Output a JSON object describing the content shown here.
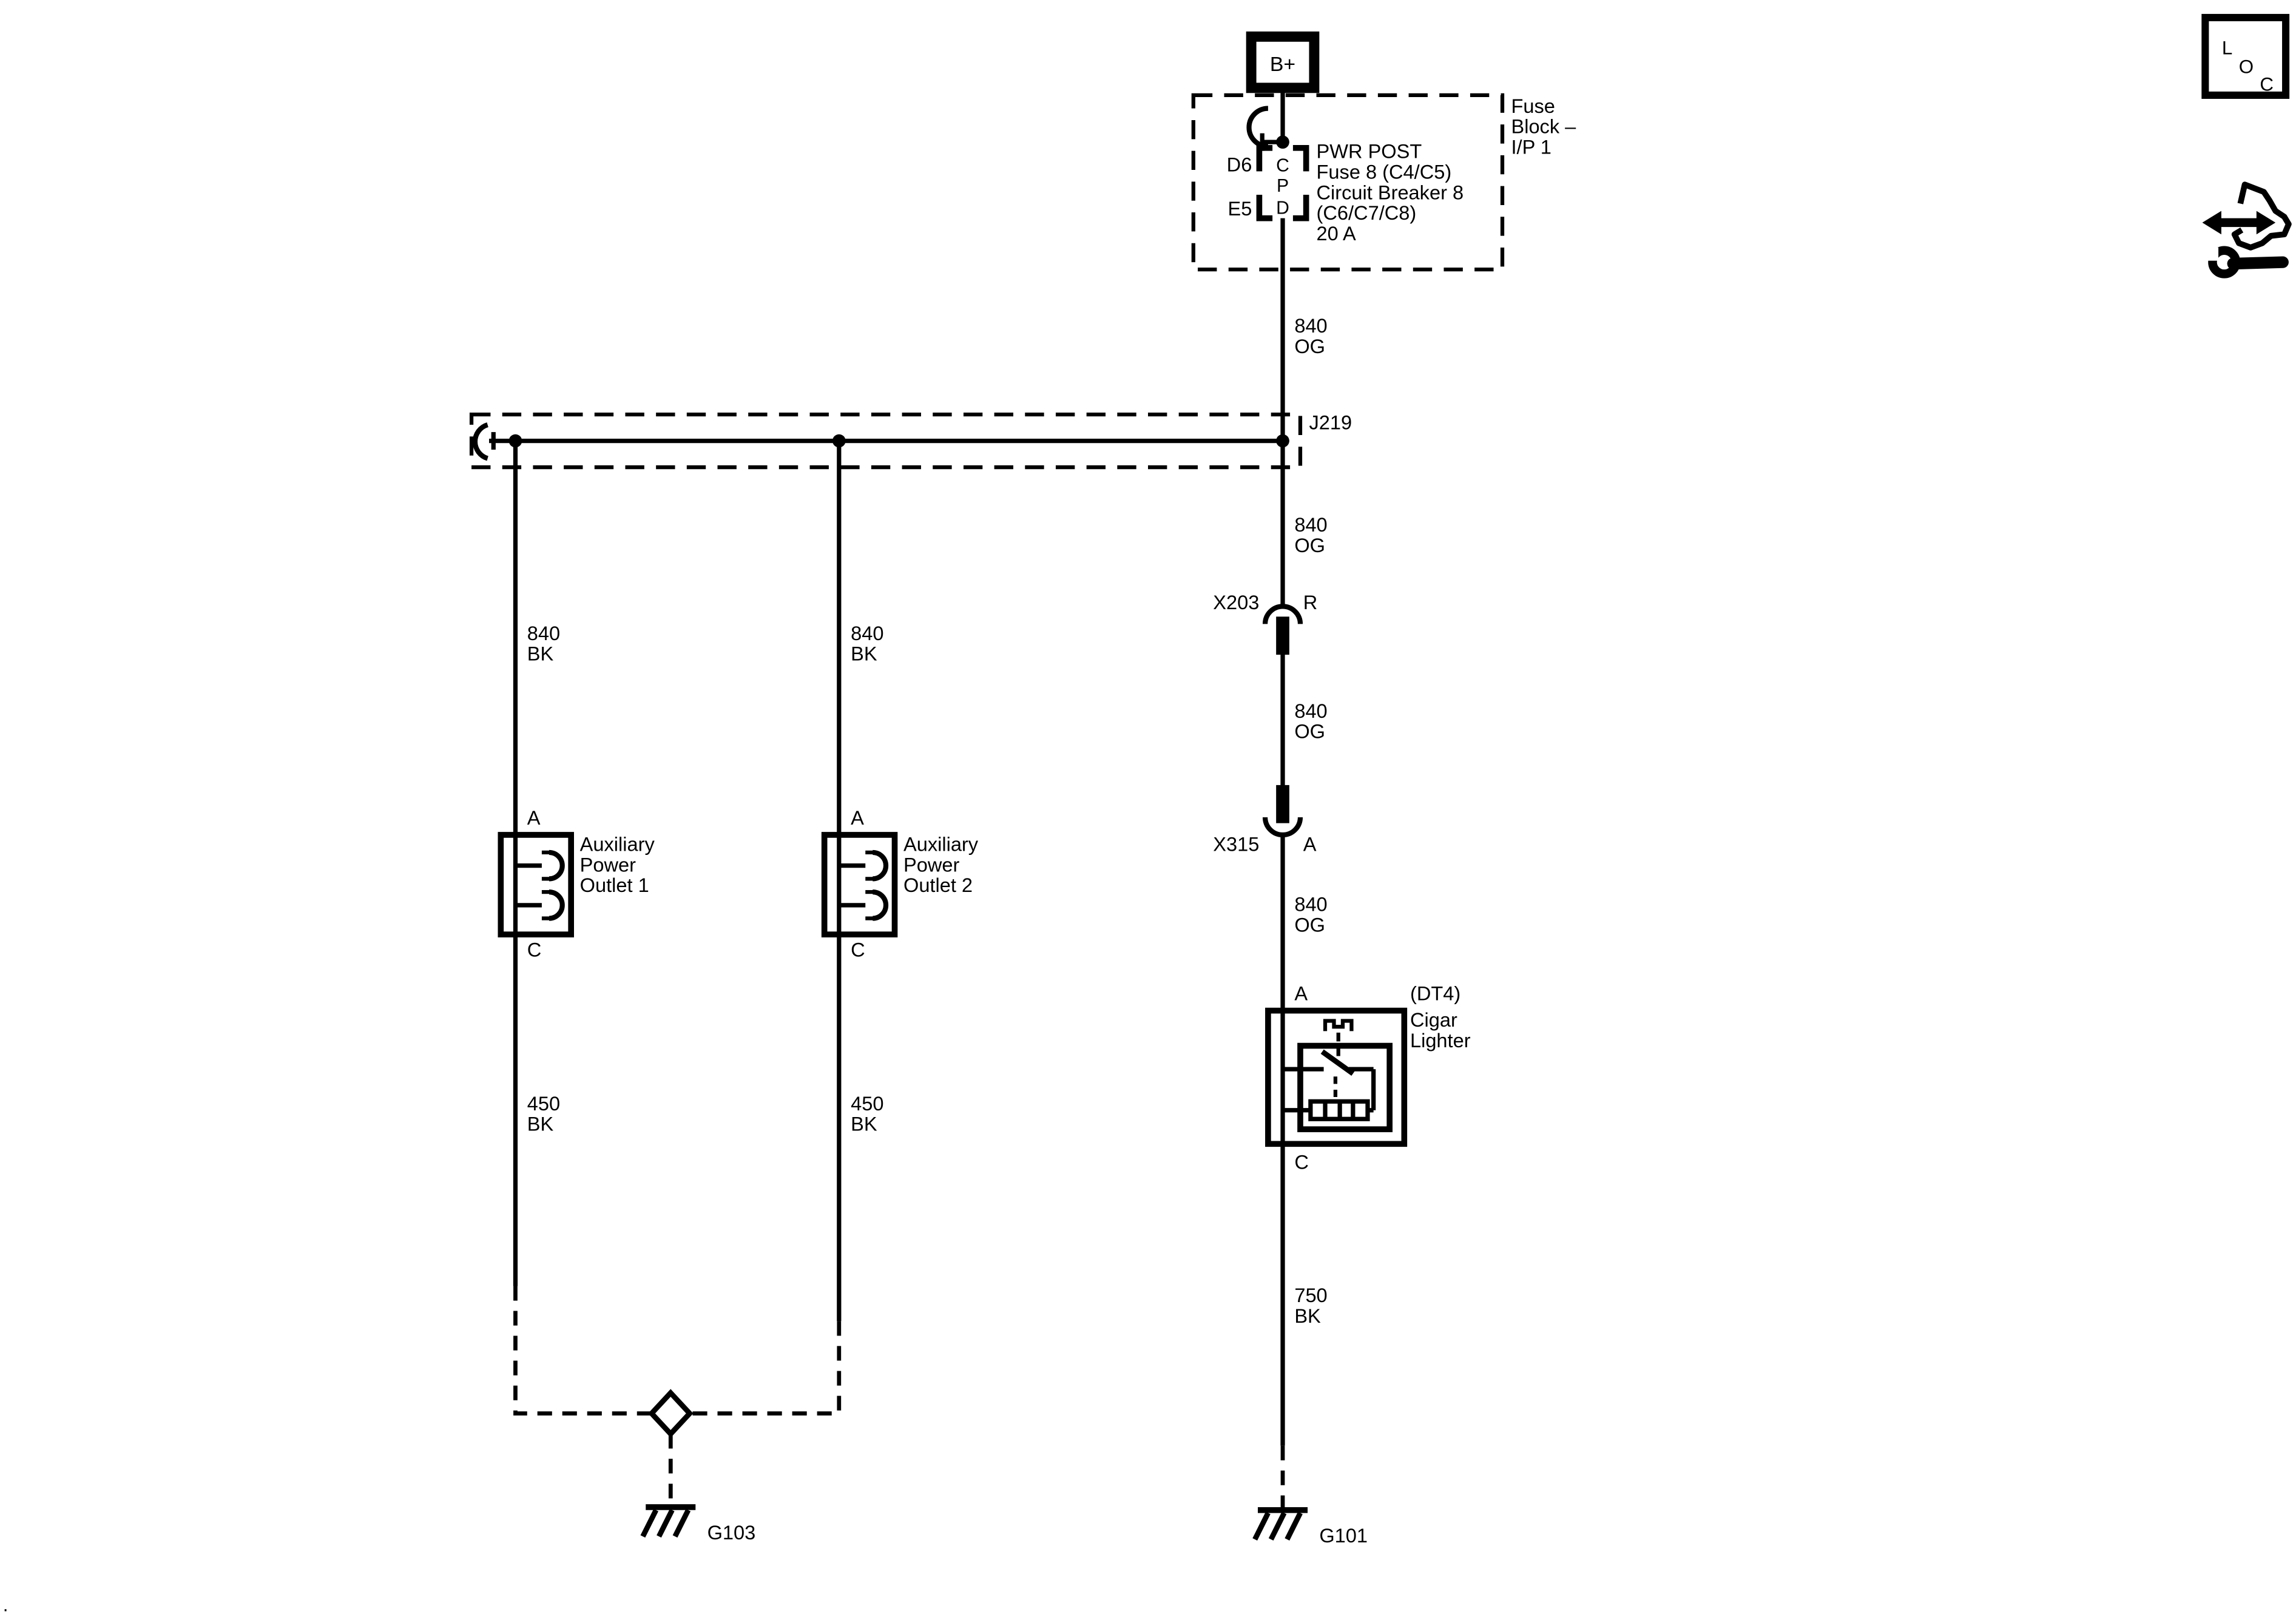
{
  "battery": {
    "label": "B+"
  },
  "fuse_block": {
    "title_lines": [
      "Fuse",
      "Block –",
      "I/P 1"
    ],
    "detail_lines": [
      "PWR POST",
      "Fuse 8 (C4/C5)",
      "Circuit Breaker 8",
      "(C6/C7/C8)",
      "20 A"
    ],
    "terminal_in": "D6",
    "terminal_out": "E5",
    "pin_letters": [
      "C",
      "P",
      "D"
    ]
  },
  "junction": {
    "label": "J219"
  },
  "inline_connectors": {
    "x203": {
      "label": "X203",
      "terminal": "R"
    },
    "x315": {
      "label": "X315",
      "terminal": "A"
    }
  },
  "wires": {
    "fuse_to_j219": {
      "circuit": "840",
      "color": "OG"
    },
    "j219_to_x203": {
      "circuit": "840",
      "color": "OG"
    },
    "x203_to_x315": {
      "circuit": "840",
      "color": "OG"
    },
    "x315_to_lighter": {
      "circuit": "840",
      "color": "OG"
    },
    "outlet1_feed": {
      "circuit": "840",
      "color": "BK"
    },
    "outlet2_feed": {
      "circuit": "840",
      "color": "BK"
    },
    "outlet1_return": {
      "circuit": "450",
      "color": "BK"
    },
    "outlet2_return": {
      "circuit": "450",
      "color": "BK"
    },
    "lighter_return": {
      "circuit": "750",
      "color": "BK"
    }
  },
  "outlets": [
    {
      "name_lines": [
        "Auxiliary",
        "Power",
        "Outlet 1"
      ],
      "terminal_in": "A",
      "terminal_out": "C"
    },
    {
      "name_lines": [
        "Auxiliary",
        "Power",
        "Outlet 2"
      ],
      "terminal_in": "A",
      "terminal_out": "C"
    }
  ],
  "cigar_lighter": {
    "tag": "(DT4)",
    "name_lines": [
      "Cigar",
      "Lighter"
    ],
    "terminal_in": "A",
    "terminal_out": "C"
  },
  "grounds": {
    "left": "G103",
    "right": "G101"
  },
  "loc_box": {
    "letters": [
      "L",
      "O",
      "C"
    ]
  },
  "icons": {
    "top_right": "arrow-wrench-service-icon"
  },
  "misc": {
    "corner_mark": "."
  }
}
